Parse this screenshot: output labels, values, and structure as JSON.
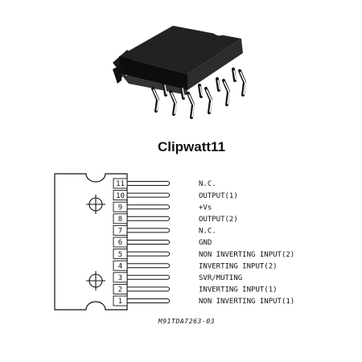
{
  "package": {
    "name": "Clipwatt11"
  },
  "drawing_code": "M91TDA7263-03",
  "pins": [
    {
      "number": "11",
      "name": "N.C."
    },
    {
      "number": "10",
      "name": "OUTPUT(1)"
    },
    {
      "number": "9",
      "name": "+Vs"
    },
    {
      "number": "8",
      "name": "OUTPUT(2)"
    },
    {
      "number": "7",
      "name": "N.C."
    },
    {
      "number": "6",
      "name": "GND"
    },
    {
      "number": "5",
      "name": "NON INVERTING INPUT(2)"
    },
    {
      "number": "4",
      "name": "INVERTING INPUT(2)"
    },
    {
      "number": "3",
      "name": "SVR/MUTING"
    },
    {
      "number": "2",
      "name": "INVERTING INPUT(1)"
    },
    {
      "number": "1",
      "name": "NON INVERTING INPUT(1)"
    }
  ],
  "icons": {
    "chip": "clipwatt-package-icon",
    "mount_hole": "crosshair-icon"
  }
}
